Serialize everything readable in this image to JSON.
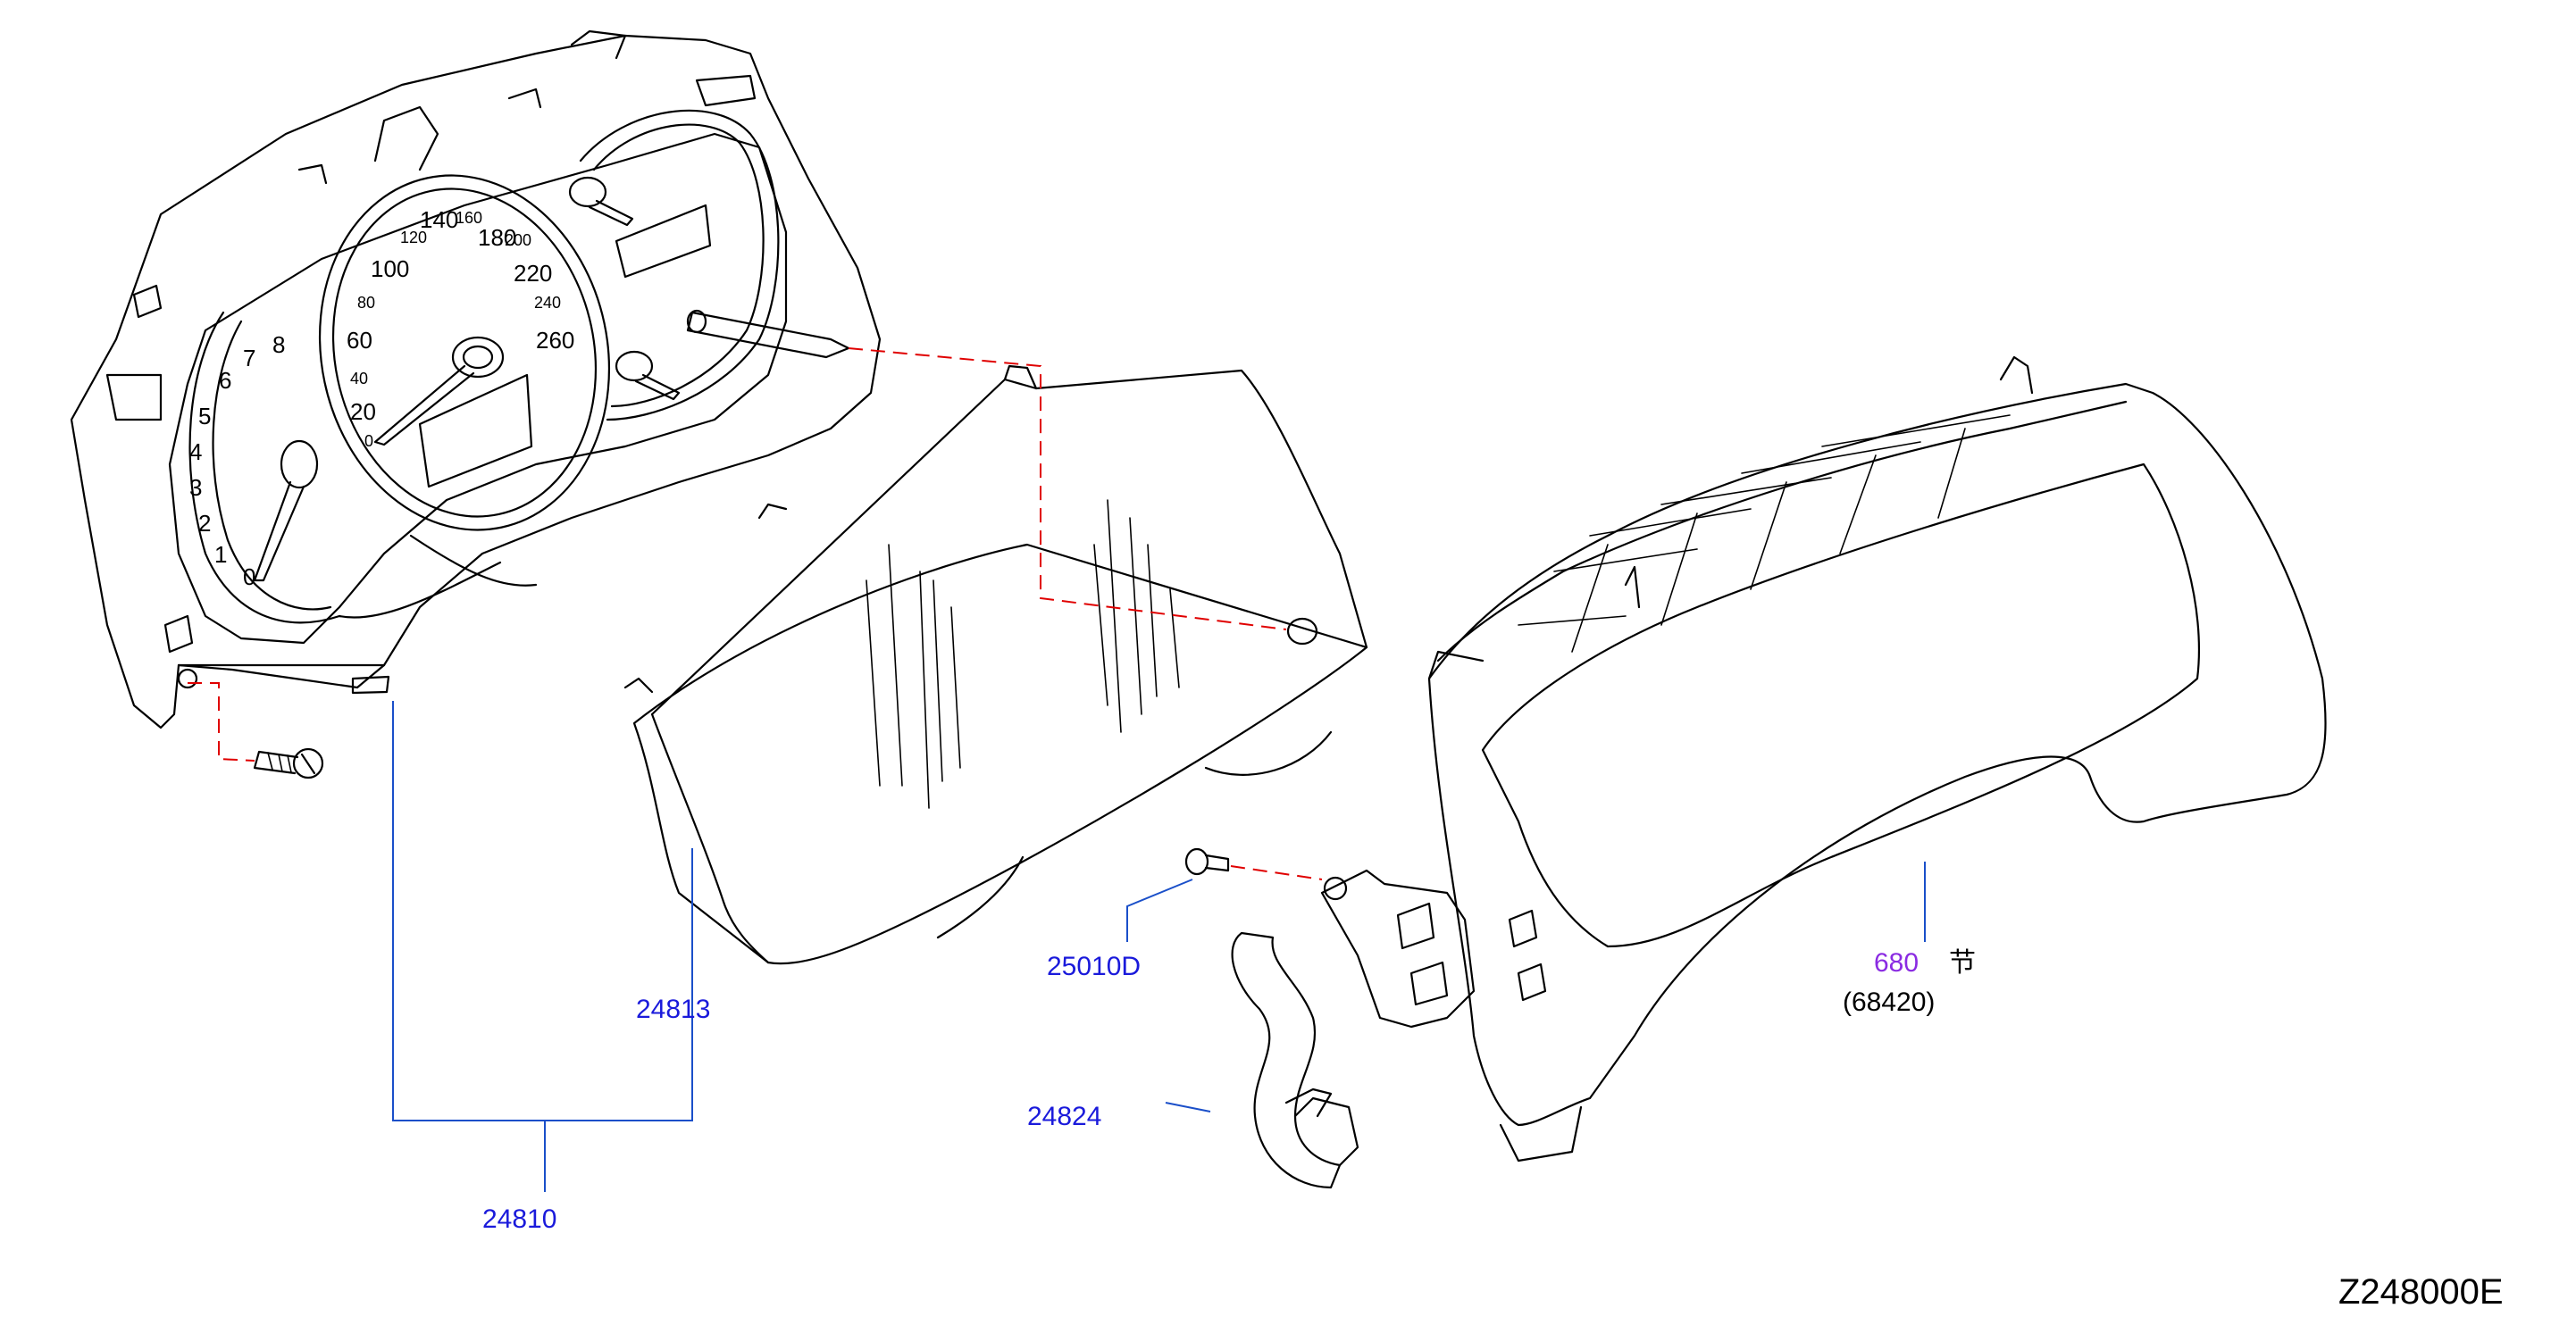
{
  "callouts": {
    "lens": "24813",
    "assembly": "24810",
    "screw": "25010D",
    "switch": "24824",
    "finisher_code": "680",
    "finisher_note": "节",
    "finisher_part": "(68420)"
  },
  "diagram_id": "Z248000E",
  "speedometer_scale": [
    "0",
    "20",
    "40",
    "60",
    "80",
    "100",
    "120",
    "140",
    "160",
    "180",
    "200",
    "220",
    "240",
    "260"
  ],
  "tachometer_scale": [
    "0",
    "1",
    "2",
    "3",
    "4",
    "5",
    "6",
    "7",
    "8"
  ]
}
